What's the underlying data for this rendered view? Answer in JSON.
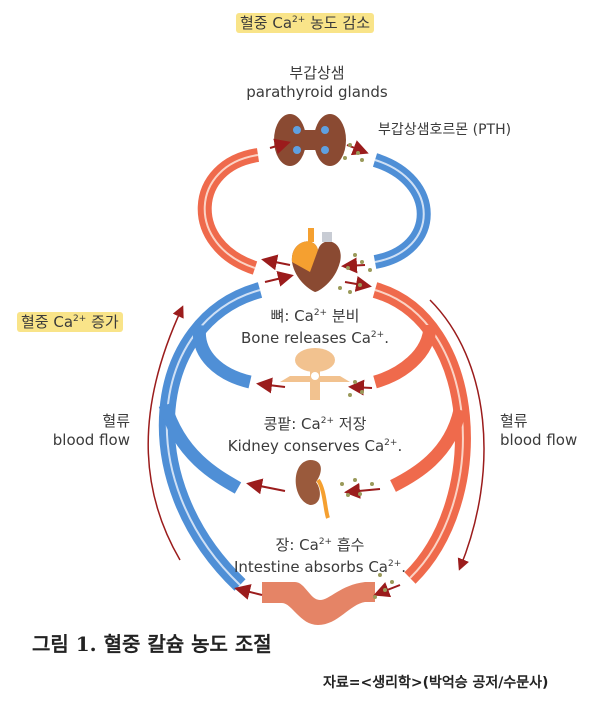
{
  "title_decrease": {
    "ko": "혈중 Ca",
    "sup": "2+",
    "rest": " 농도 감소"
  },
  "title_increase": {
    "ko": "혈중 Ca",
    "sup": "2+",
    "rest": " 증가"
  },
  "parathyroid": {
    "ko": "부갑상샘",
    "en": "parathyroid glands"
  },
  "pth": {
    "label": "부갑상샘호르몬 (PTH)"
  },
  "bone": {
    "ko_pre": "뼈: Ca",
    "sup": "2+",
    "ko_post": " 분비",
    "en_pre": "Bone releases Ca",
    "en_sup": "2+",
    "en_post": "."
  },
  "kidney": {
    "ko_pre": "콩팥: Ca",
    "sup": "2+",
    "ko_post": " 저장",
    "en_pre": "Kidney conserves Ca",
    "en_sup": "2+",
    "en_post": "."
  },
  "intestine": {
    "ko_pre": "장: Ca",
    "sup": "2+",
    "ko_post": " 흡수",
    "en_pre": "Intestine absorbs Ca",
    "en_sup": "2+",
    "en_post": "."
  },
  "flow_left": {
    "ko": "혈류",
    "en": "blood flow"
  },
  "flow_right": {
    "ko": "혈류",
    "en": "blood flow"
  },
  "caption": "그림 1. 혈중 칼슘 농도 조절",
  "source": "자료=<생리학>(박억승 공저/수문사)",
  "colors": {
    "artery": "#ef6a4c",
    "vein": "#4f8fd6",
    "highlight": "#f9e489",
    "arrow": "#9b1c1c",
    "particle": "#9a9a5a",
    "organ": "#8a4a32"
  }
}
